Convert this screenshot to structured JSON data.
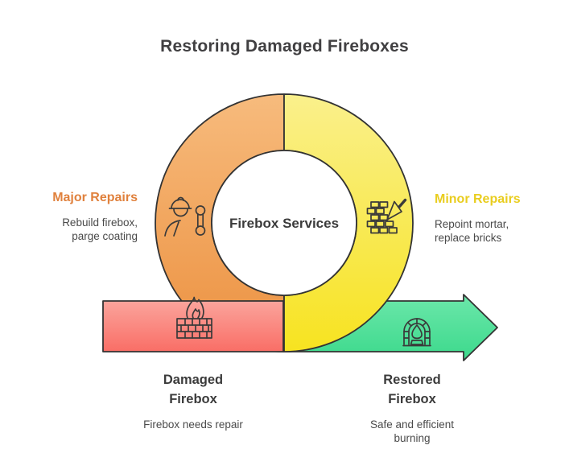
{
  "title": "Restoring Damaged Fireboxes",
  "diagram": {
    "center_label": "Firebox Services",
    "left_callout": {
      "heading": "Major Repairs",
      "desc_line1": "Rebuild firebox,",
      "desc_line2": "parge coating"
    },
    "right_callout": {
      "heading": "Minor Repairs",
      "desc_line1": "Repoint mortar,",
      "desc_line2": "replace bricks"
    },
    "arrow_start": {
      "heading_line1": "Damaged",
      "heading_line2": "Firebox",
      "caption": "Firebox needs repair"
    },
    "arrow_end": {
      "heading_line1": "Restored",
      "heading_line2": "Firebox",
      "caption_line1": "Safe and efficient",
      "caption_line2": "burning"
    },
    "icons": {
      "major_repairs": "mason-worker-icon",
      "minor_repairs": "brick-trowel-icon",
      "damaged_firebox": "burning-brick-wall-icon",
      "restored_firebox": "fireplace-icon"
    },
    "colors": {
      "orange_light": "#f6b876",
      "orange": "#ec9140",
      "yellow_light": "#faf08c",
      "yellow": "#f7e320",
      "red_light": "#fba49c",
      "red": "#f96e66",
      "green_light": "#6ce7aa",
      "green": "#3cd98c",
      "outline": "#333333",
      "title_text": "#414042",
      "body_text": "#4a4a4a",
      "major_heading": "#e0813d",
      "minor_heading": "#e9cd1f"
    }
  }
}
